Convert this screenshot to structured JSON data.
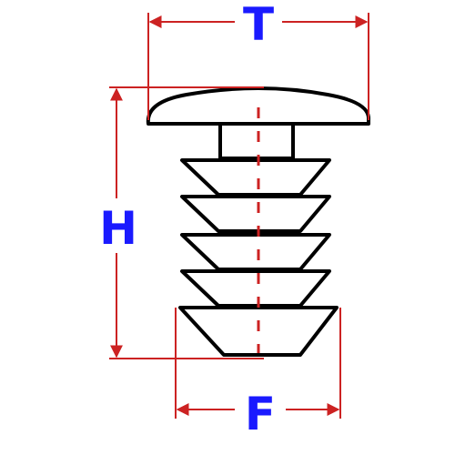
{
  "dimensions": {
    "top_label": "T",
    "height_label": "H",
    "bottom_label": "F"
  },
  "colors": {
    "outline": "#000000",
    "dimension_line": "#cc2222",
    "label": "#1a1aff",
    "background": "#ffffff"
  }
}
